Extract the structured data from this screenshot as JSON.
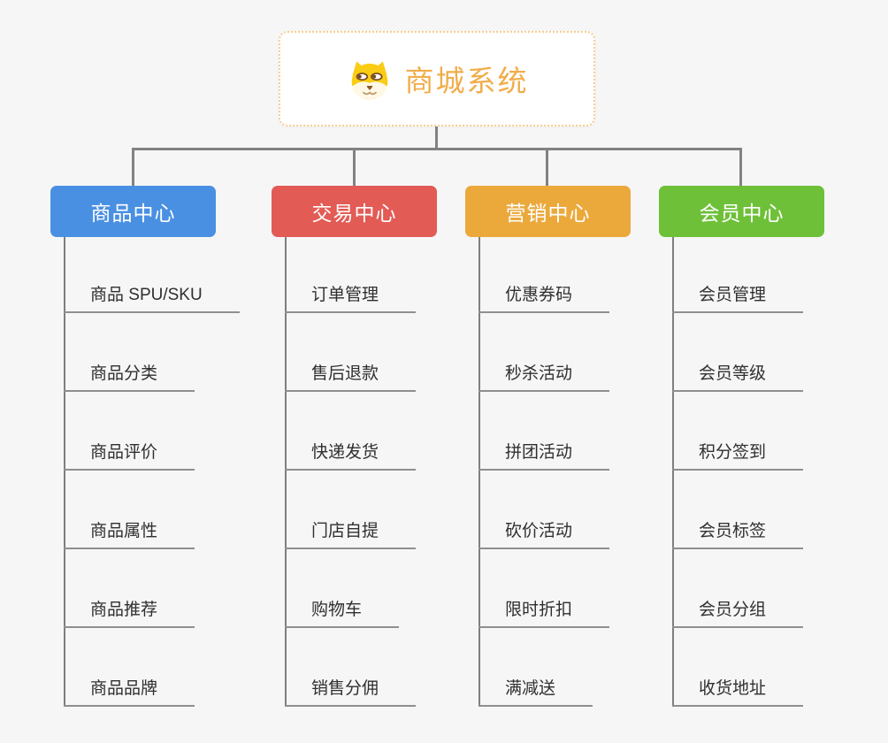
{
  "root": {
    "title": "商城系统",
    "icon": "dog-icon"
  },
  "colors": {
    "background": "#F6F6F6",
    "root_border": "#F6CE8E",
    "root_title": "#F1AD4A",
    "connector": "#828282",
    "leaf_text": "#2F2F2F",
    "leaf_line": "#8F8F8F"
  },
  "branches": [
    {
      "label": "商品中心",
      "color": "#4A90E2",
      "items": [
        "商品 SPU/SKU",
        "商品分类",
        "商品评价",
        "商品属性",
        "商品推荐",
        "商品品牌"
      ]
    },
    {
      "label": "交易中心",
      "color": "#E35B55",
      "items": [
        "订单管理",
        "售后退款",
        "快递发货",
        "门店自提",
        "购物车",
        "销售分佣"
      ]
    },
    {
      "label": "营销中心",
      "color": "#EBA93C",
      "items": [
        "优惠券码",
        "秒杀活动",
        "拼团活动",
        "砍价活动",
        "限时折扣",
        "满减送"
      ]
    },
    {
      "label": "会员中心",
      "color": "#6EC038",
      "items": [
        "会员管理",
        "会员等级",
        "积分签到",
        "会员标签",
        "会员分组",
        "收货地址"
      ]
    }
  ]
}
